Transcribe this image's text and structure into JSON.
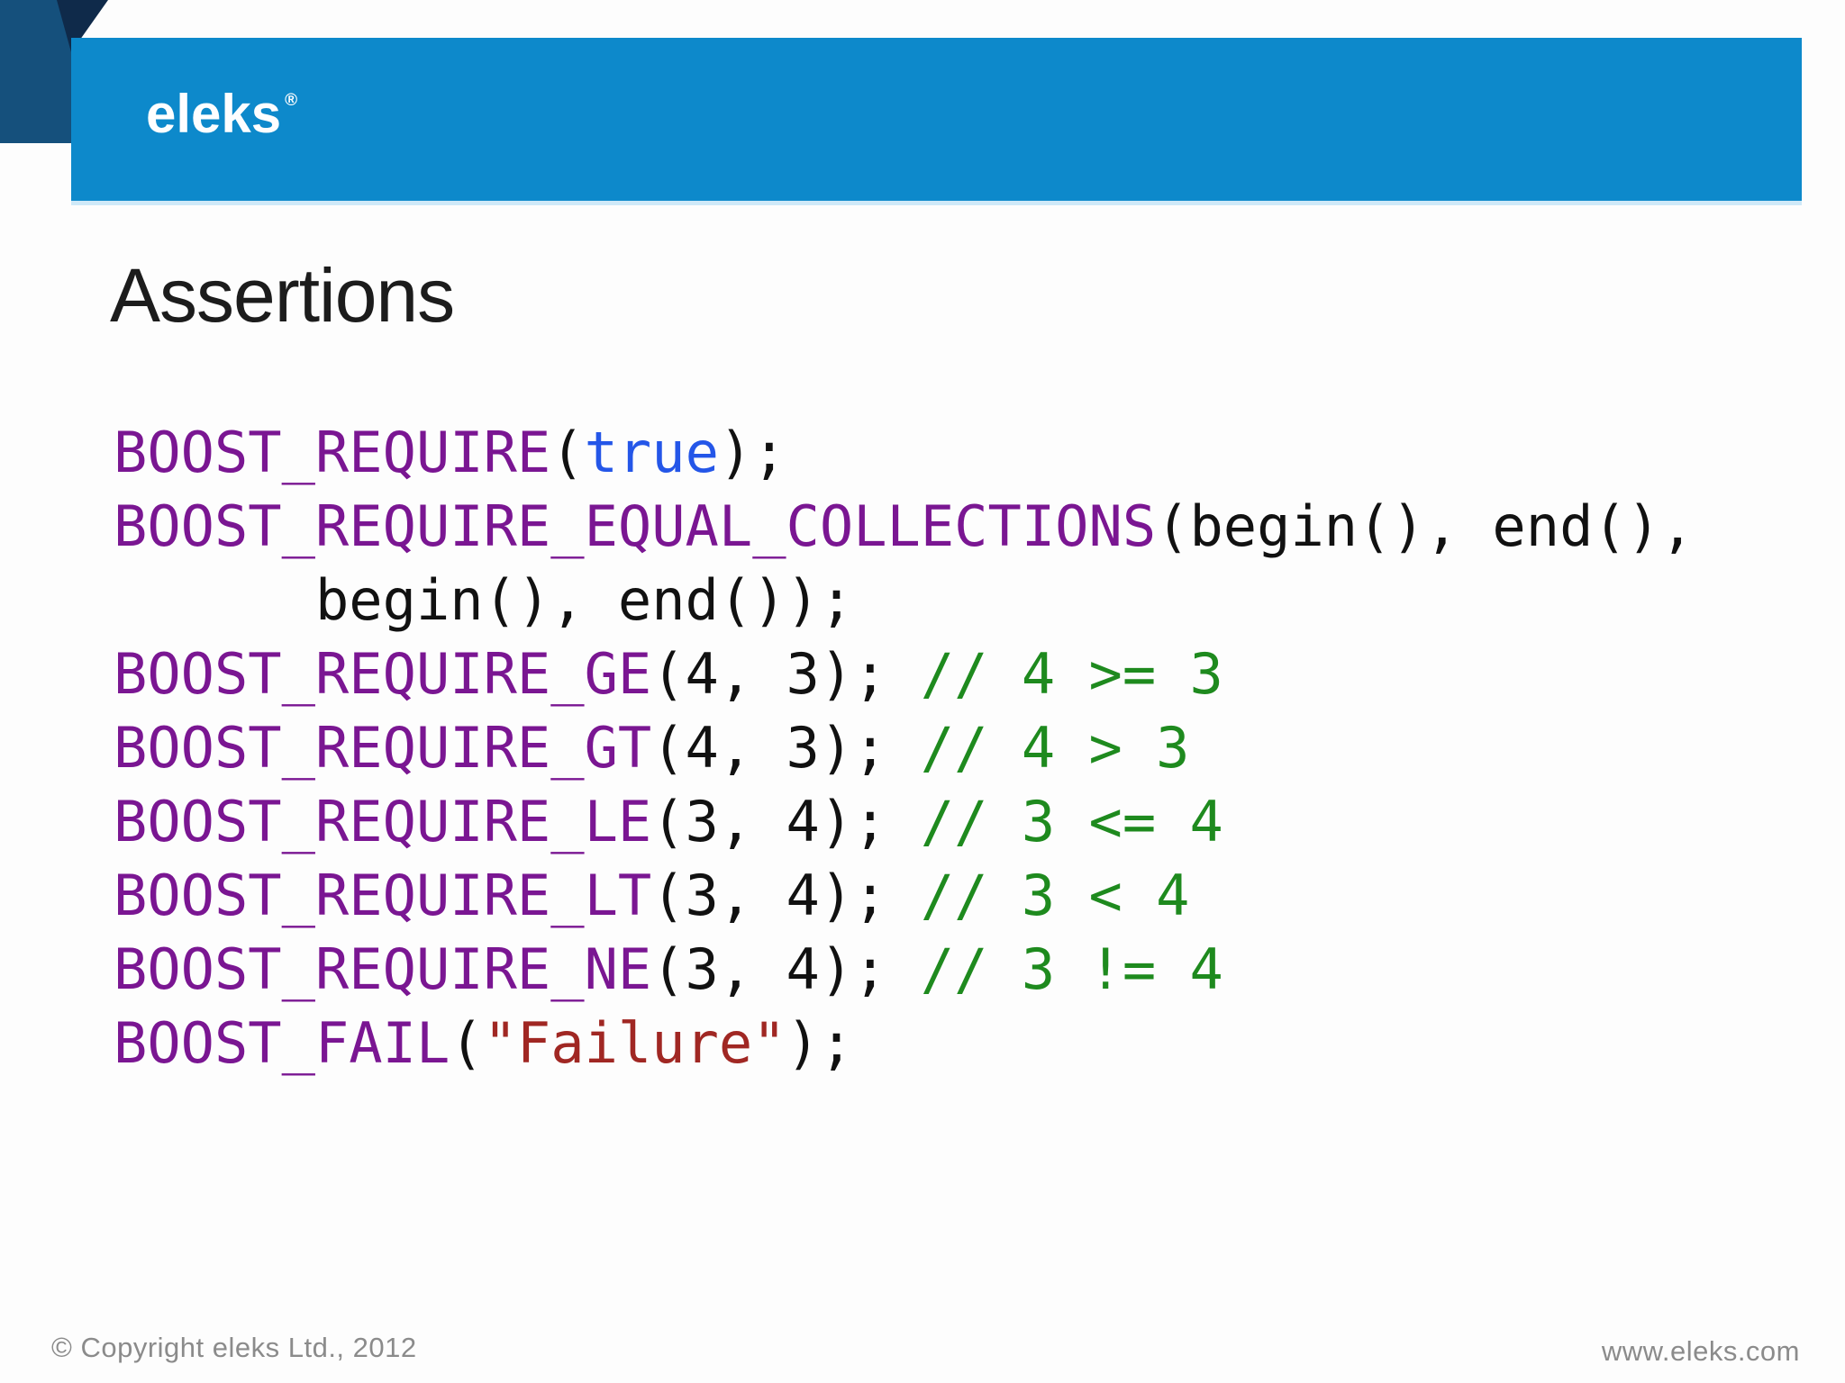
{
  "logo": {
    "text": "eleks",
    "reg_mark": "®"
  },
  "title": "Assertions",
  "code": {
    "lines": [
      [
        {
          "t": "BOOST_REQUIRE",
          "c": "macro"
        },
        {
          "t": "(",
          "c": "plain"
        },
        {
          "t": "true",
          "c": "keyword"
        },
        {
          "t": ");",
          "c": "plain"
        }
      ],
      [
        {
          "t": "BOOST_REQUIRE_EQUAL_COLLECTIONS",
          "c": "macro"
        },
        {
          "t": "(begin(), end(),",
          "c": "plain"
        }
      ],
      [
        {
          "t": "      begin(), end());",
          "c": "plain"
        }
      ],
      [
        {
          "t": "BOOST_REQUIRE_GE",
          "c": "macro"
        },
        {
          "t": "(4, 3); ",
          "c": "plain"
        },
        {
          "t": "// 4 >= 3",
          "c": "comment"
        }
      ],
      [
        {
          "t": "BOOST_REQUIRE_GT",
          "c": "macro"
        },
        {
          "t": "(4, 3); ",
          "c": "plain"
        },
        {
          "t": "// 4 > 3",
          "c": "comment"
        }
      ],
      [
        {
          "t": "BOOST_REQUIRE_LE",
          "c": "macro"
        },
        {
          "t": "(3, 4); ",
          "c": "plain"
        },
        {
          "t": "// 3 <= 4",
          "c": "comment"
        }
      ],
      [
        {
          "t": "BOOST_REQUIRE_LT",
          "c": "macro"
        },
        {
          "t": "(3, 4); ",
          "c": "plain"
        },
        {
          "t": "// 3 < 4",
          "c": "comment"
        }
      ],
      [
        {
          "t": "BOOST_REQUIRE_NE",
          "c": "macro"
        },
        {
          "t": "(3, 4); ",
          "c": "plain"
        },
        {
          "t": "// 3 != 4",
          "c": "comment"
        }
      ],
      [
        {
          "t": "BOOST_FAIL",
          "c": "macro"
        },
        {
          "t": "(",
          "c": "plain"
        },
        {
          "t": "\"Failure\"",
          "c": "string"
        },
        {
          "t": ");",
          "c": "plain"
        }
      ]
    ]
  },
  "footer": {
    "copyright": "© Copyright eleks Ltd., 2012",
    "website": "www.eleks.com"
  },
  "colors": {
    "header-bar": "#0d89cb",
    "corner-block": "#15507c",
    "corner-triangle": "#0f2a4a",
    "macro": "#7a1692",
    "keyword": "#2456e8",
    "comment": "#1e8a1e",
    "string": "#a02723",
    "code-plain": "#111111",
    "title": "#1c1c1c",
    "footer": "#8b8b8b"
  }
}
